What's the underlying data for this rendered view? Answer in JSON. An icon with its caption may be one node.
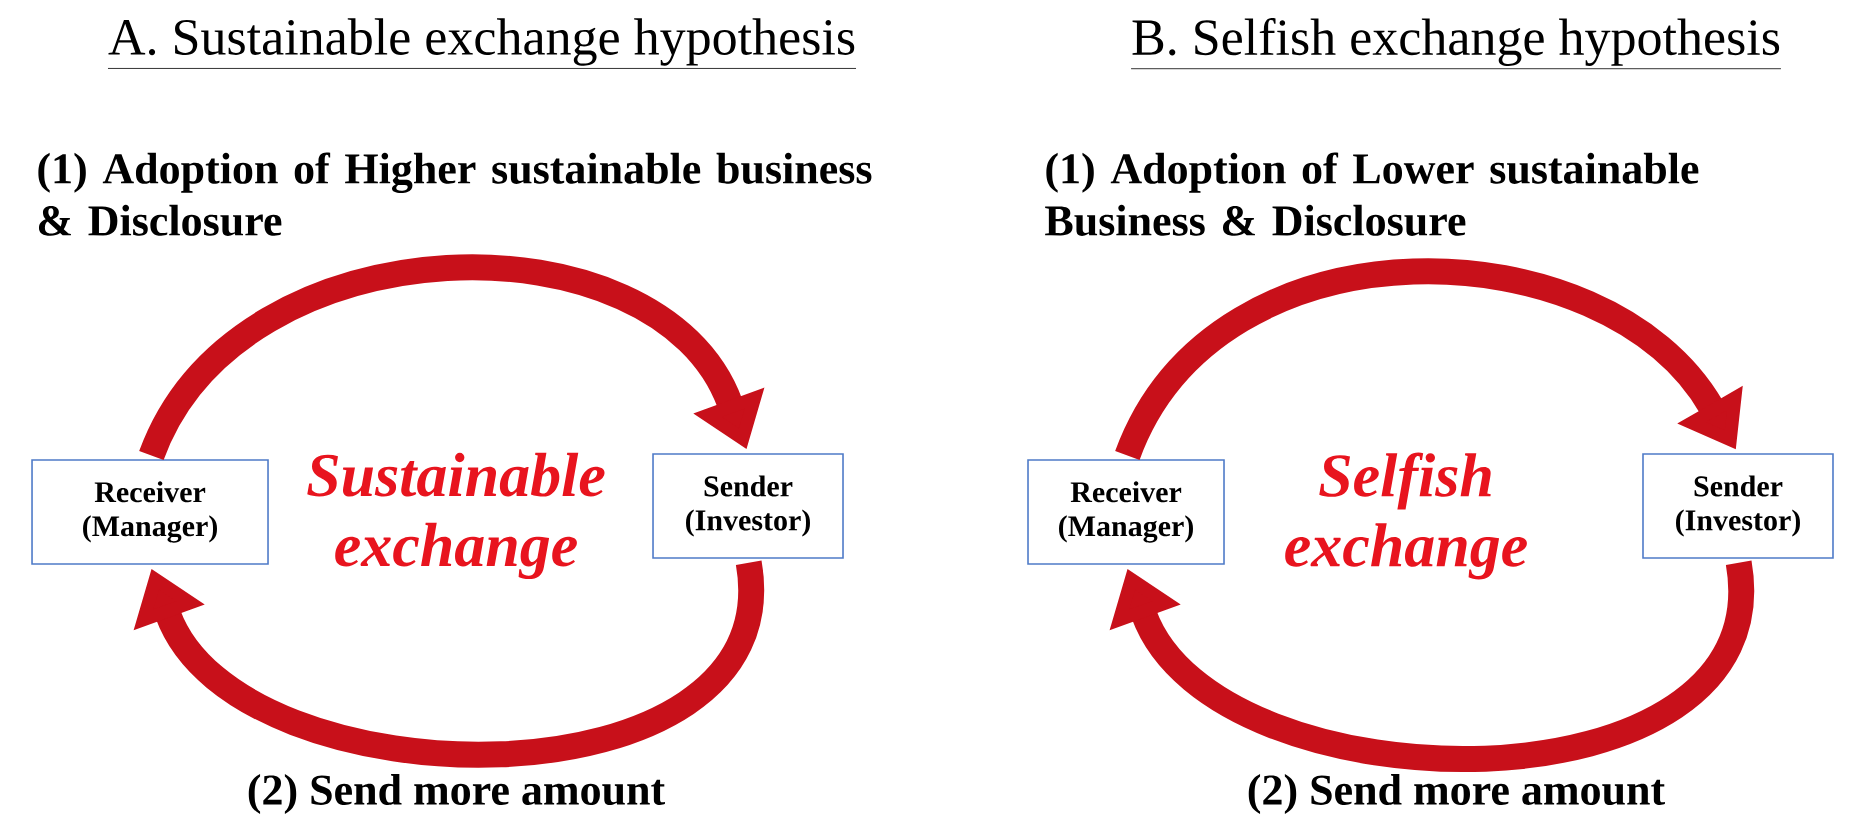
{
  "diagram": {
    "nodes": [
      {
        "text": [
          "Receiver (Manager)"
        ]
      },
      {
        "text": [
          "Sender (Investor)"
        ]
      },
      {
        "text": [
          "Receiver (Manager)"
        ]
      },
      {
        "text": [
          "Sender (Investor)"
        ]
      }
    ],
    "edges": [
      {
        "from": 0,
        "to": 1,
        "arrow": "to",
        "label": "(1) Adoption of Higher sustainable business & Disclosure"
      },
      {
        "from": 1,
        "to": 0,
        "arrow": "to",
        "label": "(2) Send more amount"
      },
      {
        "from": 2,
        "to": 3,
        "arrow": "to",
        "label": "(1) Adoption of Lower sustainable Business & Disclosure"
      },
      {
        "from": 3,
        "to": 2,
        "arrow": "to",
        "label": "(2) Send more amount"
      }
    ],
    "labels": [
      "A. Sustainable exchange hypothesis",
      "B. Selfish exchange hypothesis",
      "Sustainable exchange",
      "Selfish exchange"
    ]
  }
}
